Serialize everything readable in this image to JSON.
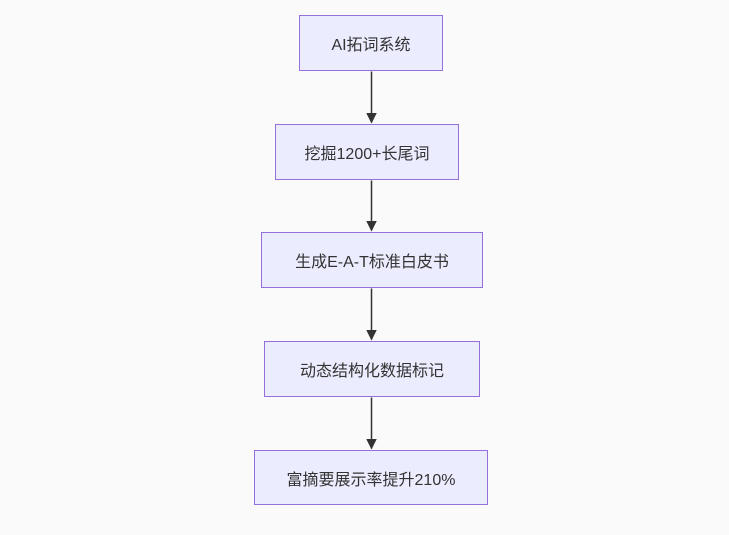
{
  "diagram": {
    "type": "flowchart-vertical",
    "nodes": [
      {
        "id": "A",
        "label": "AI拓词系统"
      },
      {
        "id": "B",
        "label": "挖掘1200+长尾词"
      },
      {
        "id": "C",
        "label": "生成E-A-T标准白皮书"
      },
      {
        "id": "D",
        "label": "动态结构化数据标记"
      },
      {
        "id": "E",
        "label": "富摘要展示率提升210%"
      }
    ],
    "edges": [
      {
        "from": "AI拓词系统",
        "to": "挖掘1200+长尾词"
      },
      {
        "from": "挖掘1200+长尾词",
        "to": "生成E-A-T标准白皮书"
      },
      {
        "from": "生成E-A-T标准白皮书",
        "to": "动态结构化数据标记"
      },
      {
        "from": "动态结构化数据标记",
        "to": "富摘要展示率提升210%"
      }
    ],
    "colors": {
      "node_fill": "#ECECFF",
      "node_border": "#9370DB",
      "node_text": "#333333",
      "arrow": "#333333",
      "background": "#fafafa"
    }
  }
}
